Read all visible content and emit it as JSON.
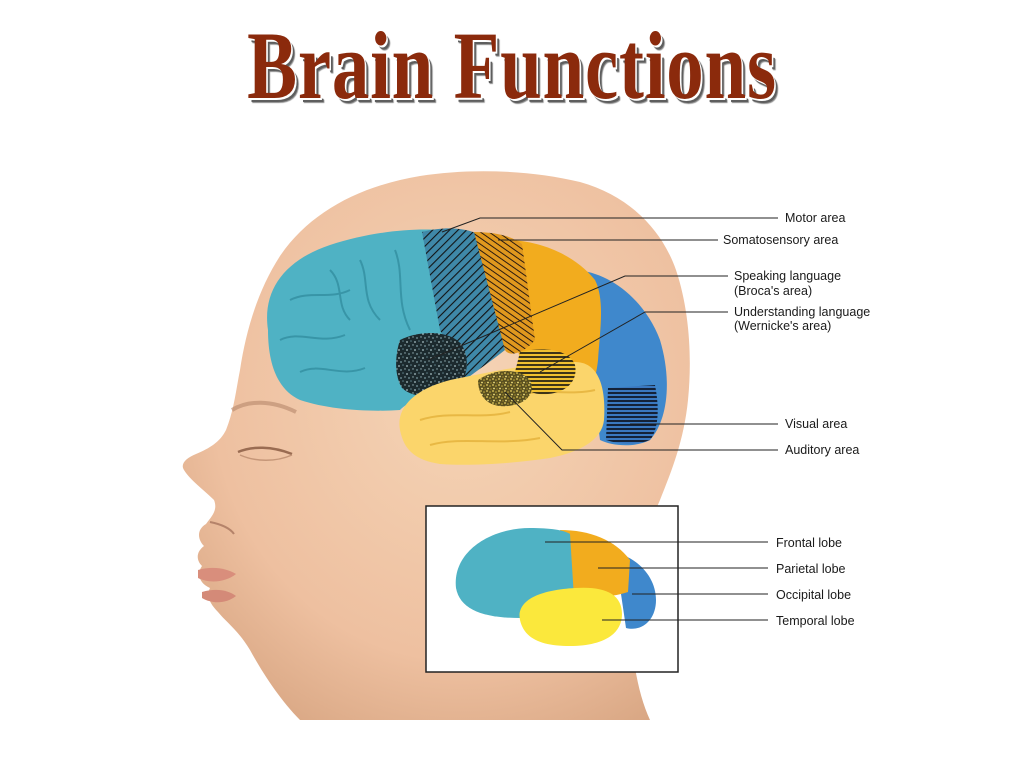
{
  "title": "Brain Functions",
  "colors": {
    "title": "#8b2a0c",
    "skin": "#f0c6a4",
    "frontal": "#4fb2c4",
    "parietal": "#f2ac1e",
    "occipital": "#3f88cc",
    "temporal": "#fbd56b",
    "inset_temporal": "#fbe83c"
  },
  "main_labels": [
    {
      "id": "motor",
      "text": "Motor area"
    },
    {
      "id": "somatosensory",
      "text": "Somatosensory area"
    },
    {
      "id": "broca",
      "lines": [
        "Speaking language",
        "(Broca's area)"
      ]
    },
    {
      "id": "wernicke",
      "lines": [
        "Understanding language",
        "(Wernicke's area)"
      ]
    },
    {
      "id": "visual",
      "text": "Visual area"
    },
    {
      "id": "auditory",
      "text": "Auditory area"
    }
  ],
  "inset_labels": [
    {
      "id": "frontal",
      "text": "Frontal lobe"
    },
    {
      "id": "parietal",
      "text": "Parietal lobe"
    },
    {
      "id": "occipital",
      "text": "Occipital lobe"
    },
    {
      "id": "temporal",
      "text": "Temporal lobe"
    }
  ]
}
